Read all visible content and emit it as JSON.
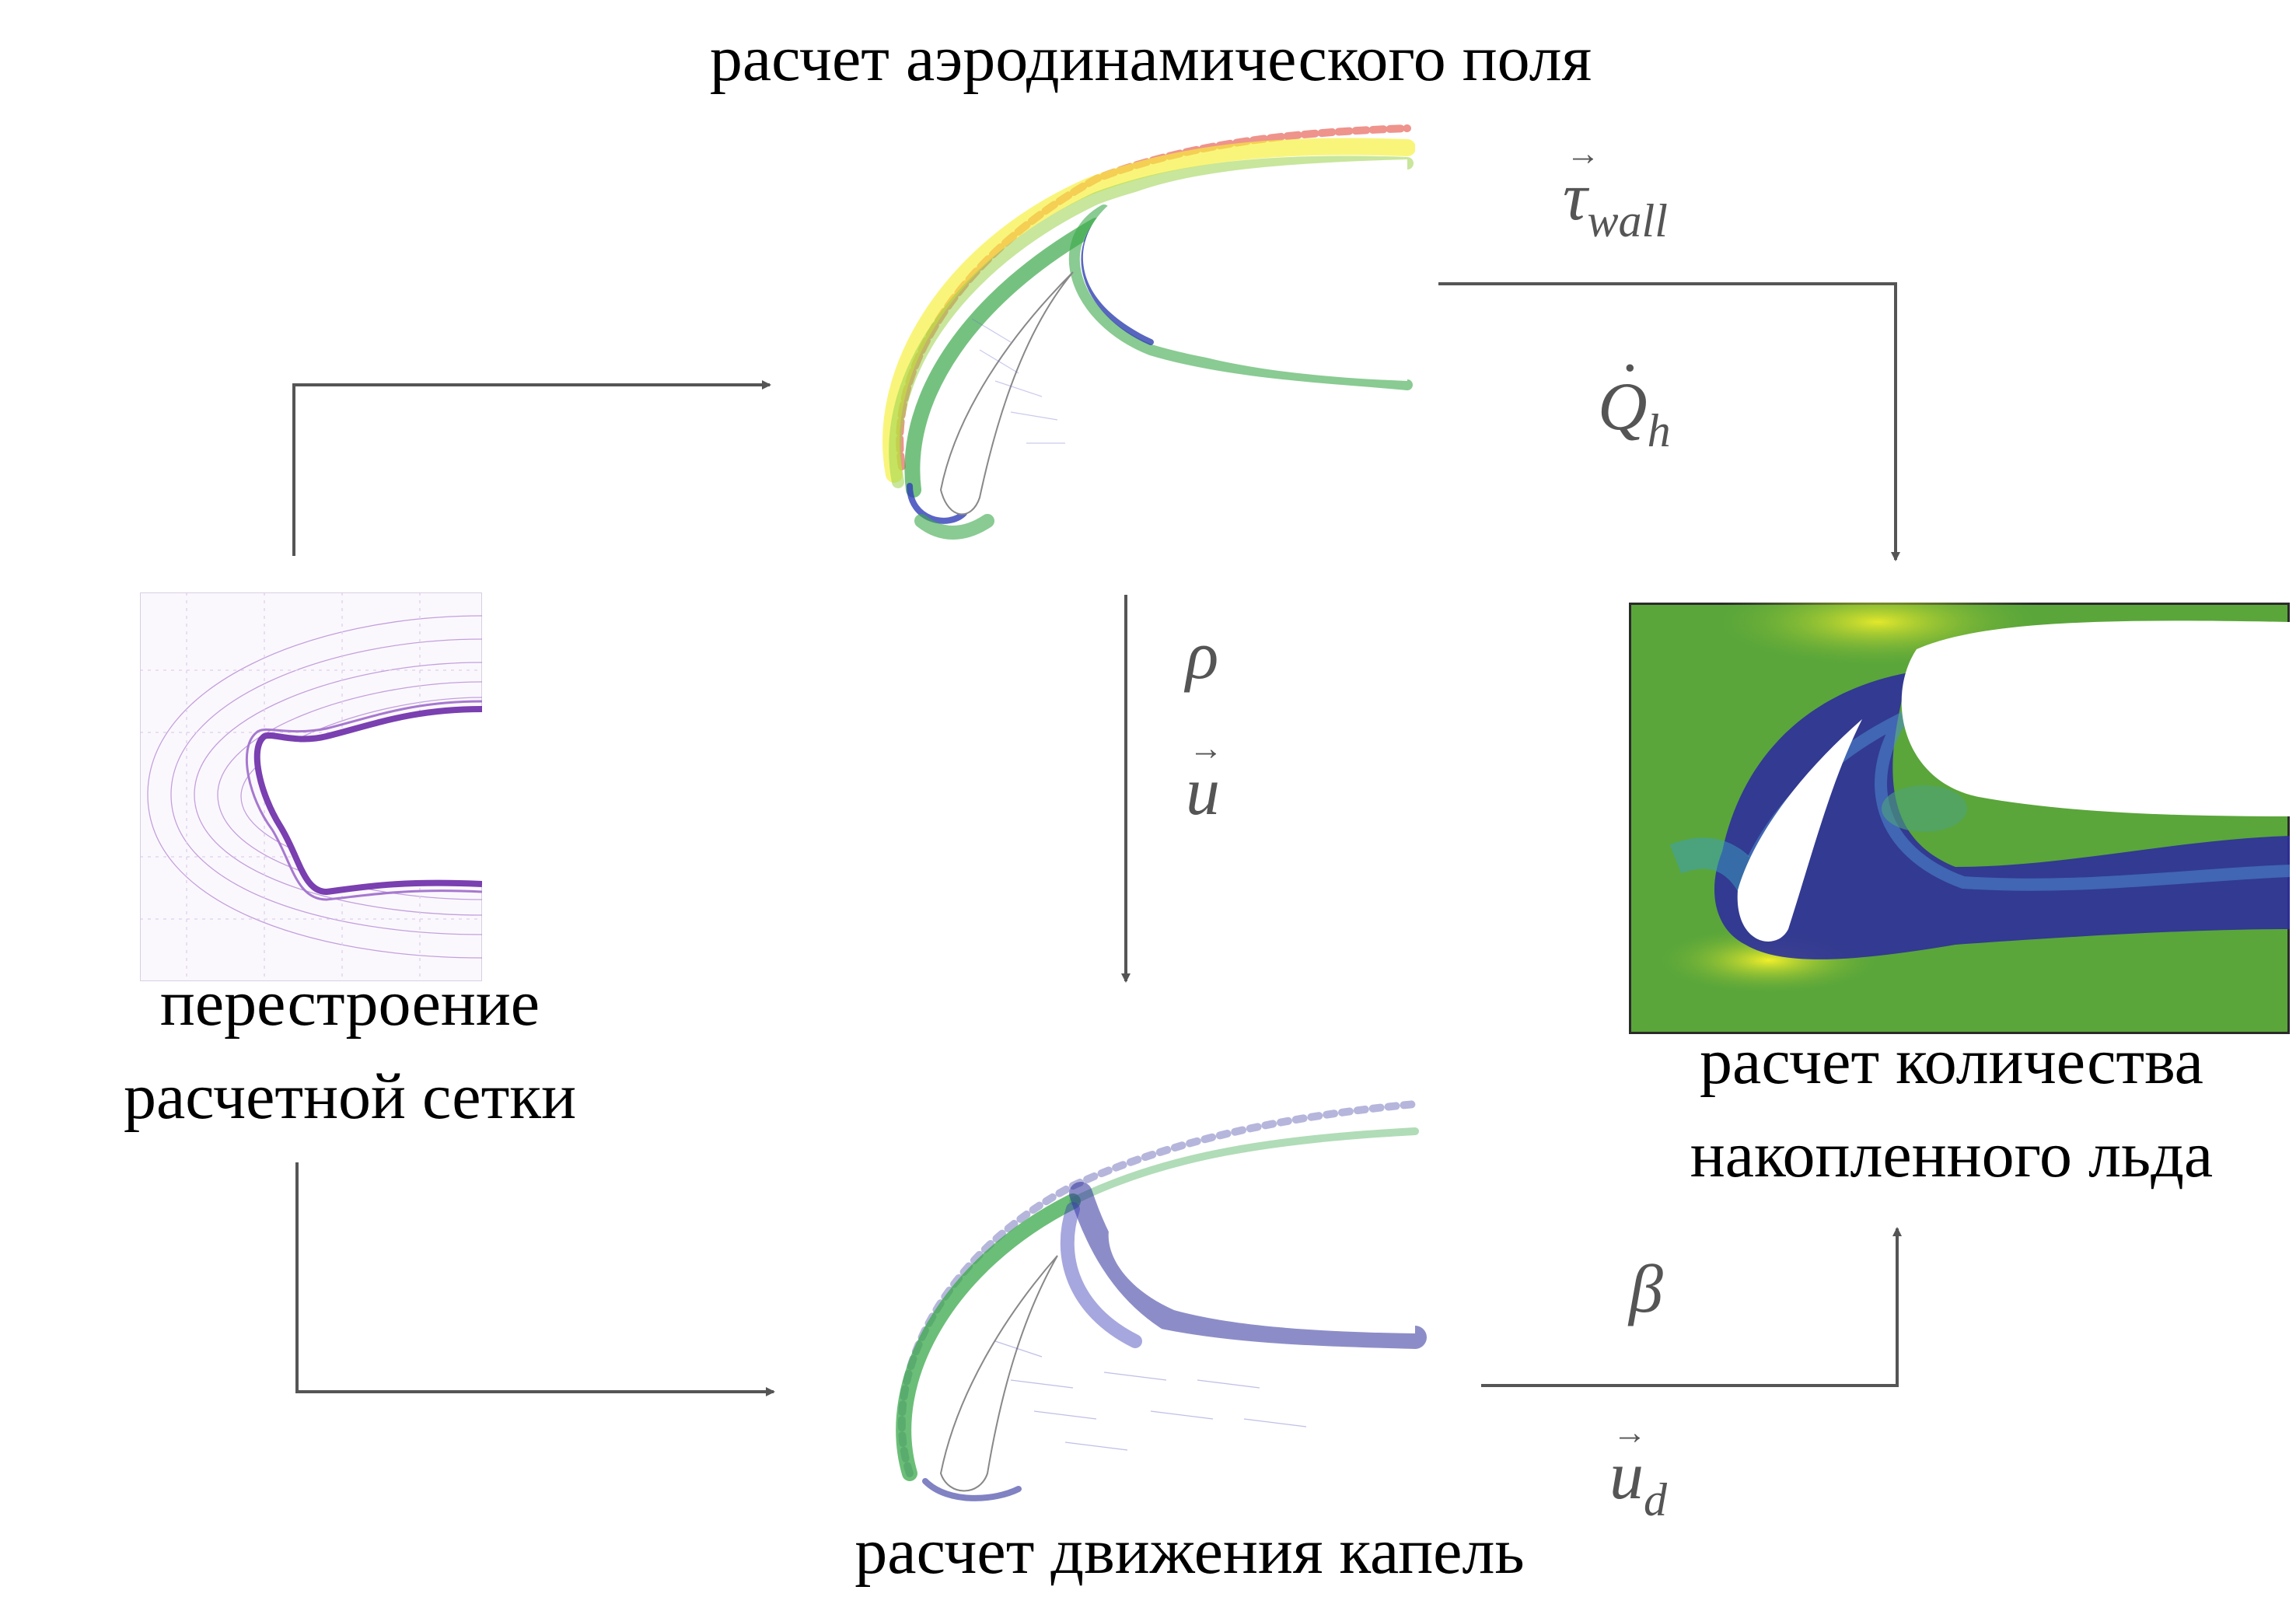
{
  "labels": {
    "aero_field": "расчет аэродинамического поля",
    "mesh_rebuild_line1": "перестроение",
    "mesh_rebuild_line2": "расчетной сетки",
    "ice_amount_line1": "расчет количества",
    "ice_amount_line2": "накопленного льда",
    "droplet_motion": "расчет движения капель"
  },
  "symbols": {
    "tau": "τ",
    "tau_sub": "wall",
    "q": "Q",
    "q_sub": "h",
    "rho": "ρ",
    "u": "u",
    "beta": "β",
    "ud": "u",
    "ud_sub": "d"
  },
  "colors": {
    "arrow": "#555555",
    "ice_bg": "#5aa63a",
    "ice_blue": "#2d2f9b",
    "ice_yellow": "#f2ef2a",
    "mesh": "#8a4fb8"
  }
}
